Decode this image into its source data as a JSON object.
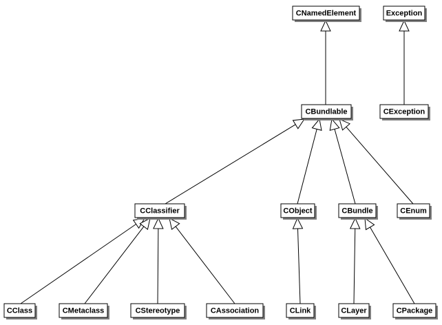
{
  "diagram": {
    "classes": [
      {
        "id": "cnamedelement",
        "label": "CNamedElement"
      },
      {
        "id": "exception",
        "label": "Exception"
      },
      {
        "id": "cbundlable",
        "label": "CBundlable"
      },
      {
        "id": "cexception",
        "label": "CException"
      },
      {
        "id": "cclassifier",
        "label": "CClassifier"
      },
      {
        "id": "cobject",
        "label": "CObject"
      },
      {
        "id": "cbundle",
        "label": "CBundle"
      },
      {
        "id": "cenum",
        "label": "CEnum"
      },
      {
        "id": "cclass",
        "label": "CClass"
      },
      {
        "id": "cmetaclass",
        "label": "CMetaclass"
      },
      {
        "id": "cstereotype",
        "label": "CStereotype"
      },
      {
        "id": "cassociation",
        "label": "CAssociation"
      },
      {
        "id": "clink",
        "label": "CLink"
      },
      {
        "id": "clayer",
        "label": "CLayer"
      },
      {
        "id": "cpackage",
        "label": "CPackage"
      }
    ],
    "generalizations": [
      {
        "child": "cbundlable",
        "parent": "cnamedelement"
      },
      {
        "child": "cexception",
        "parent": "exception"
      },
      {
        "child": "cclassifier",
        "parent": "cbundlable"
      },
      {
        "child": "cobject",
        "parent": "cbundlable"
      },
      {
        "child": "cbundle",
        "parent": "cbundlable"
      },
      {
        "child": "cenum",
        "parent": "cbundlable"
      },
      {
        "child": "cclass",
        "parent": "cclassifier"
      },
      {
        "child": "cmetaclass",
        "parent": "cclassifier"
      },
      {
        "child": "cstereotype",
        "parent": "cclassifier"
      },
      {
        "child": "cassociation",
        "parent": "cclassifier"
      },
      {
        "child": "clink",
        "parent": "cobject"
      },
      {
        "child": "clayer",
        "parent": "cbundle"
      },
      {
        "child": "cpackage",
        "parent": "cbundle"
      }
    ]
  }
}
